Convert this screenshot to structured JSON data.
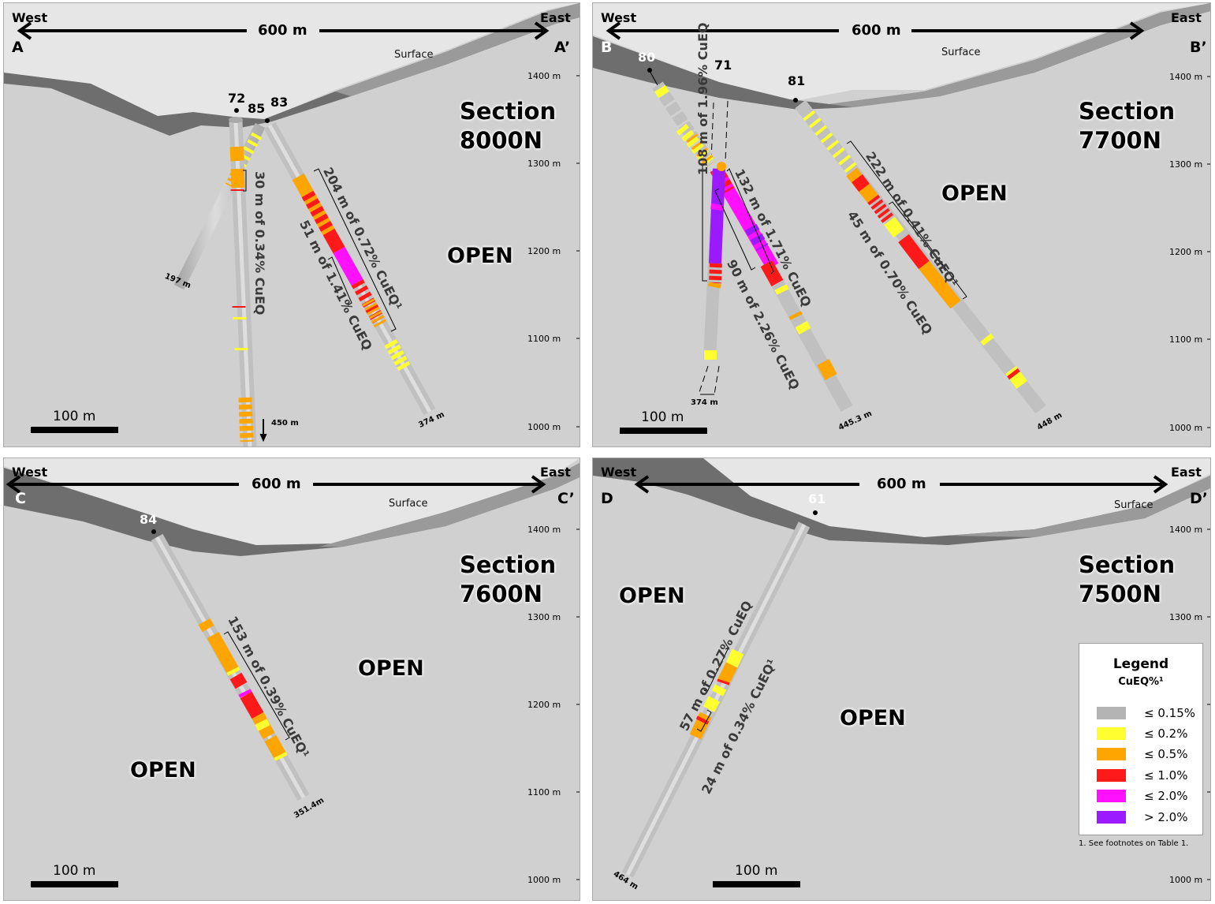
{
  "common": {
    "west": "West",
    "east": "East",
    "distance": "600 m",
    "surface": "Surface",
    "scale_bar": "100 m",
    "open": "OPEN",
    "elevations": [
      "1400 m",
      "1300 m",
      "1200 m",
      "1100 m",
      "1000 m"
    ]
  },
  "colors": {
    "bg": "#d0d0d0",
    "sky": "#e6e6e6",
    "surface": "#6e6e6e",
    "grade_015": "#b4b4b4",
    "grade_02": "#ffff30",
    "grade_05": "#ffa500",
    "grade_10": "#ff1a1a",
    "grade_20": "#ff10ff",
    "grade_gt20": "#9b1aff"
  },
  "panels": [
    {
      "id": "A",
      "left_label": "A",
      "right_label": "A’",
      "section_line1": "Section",
      "section_line2": "8000N",
      "holes": [
        {
          "id": "72",
          "depth": "450 m"
        },
        {
          "id": "85",
          "depth": "197 m"
        },
        {
          "id": "83",
          "depth": "374 m"
        }
      ],
      "intercepts": [
        "30 m of 0.34% CuEQ",
        "204 m of 0.72% CuEQ¹",
        "51 m of 1.41% CuEQ"
      ]
    },
    {
      "id": "B",
      "left_label": "B",
      "right_label": "B’",
      "section_line1": "Section",
      "section_line2": "7700N",
      "holes": [
        {
          "id": "80",
          "depth": "374 m"
        },
        {
          "id": "71",
          "depth": "445.3 m"
        },
        {
          "id": "81",
          "depth": "448 m"
        }
      ],
      "intercepts": [
        "108 m of 1.96% CuEQ",
        "132 m of 1.71% CuEQ",
        "90 m of 2.26% CuEQ",
        "222 m of 0.41% CuEQ¹",
        "45 m of 0.70% CuEQ"
      ]
    },
    {
      "id": "C",
      "left_label": "C",
      "right_label": "C’",
      "section_line1": "Section",
      "section_line2": "7600N",
      "holes": [
        {
          "id": "84",
          "depth": "351.4m"
        }
      ],
      "intercepts": [
        "153 m of 0.39% CuEQ¹"
      ]
    },
    {
      "id": "D",
      "left_label": "D",
      "right_label": "D’",
      "section_line1": "Section",
      "section_line2": "7500N",
      "holes": [
        {
          "id": "61",
          "depth": "464 m"
        }
      ],
      "intercepts": [
        "57 m of 0.27% CuEQ",
        "24 m of 0.34% CuEQ¹"
      ]
    }
  ],
  "legend": {
    "title": "Legend",
    "subtitle": "CuEQ%¹",
    "items": [
      {
        "label": "≤ 0.15%",
        "color": "#b4b4b4"
      },
      {
        "label": "≤ 0.2%",
        "color": "#ffff30"
      },
      {
        "label": "≤ 0.5%",
        "color": "#ffa500"
      },
      {
        "label": "≤ 1.0%",
        "color": "#ff1a1a"
      },
      {
        "label": "≤ 2.0%",
        "color": "#ff10ff"
      },
      {
        "label": "> 2.0%",
        "color": "#9b1aff"
      }
    ],
    "footnote": "1. See footnotes on Table 1."
  }
}
